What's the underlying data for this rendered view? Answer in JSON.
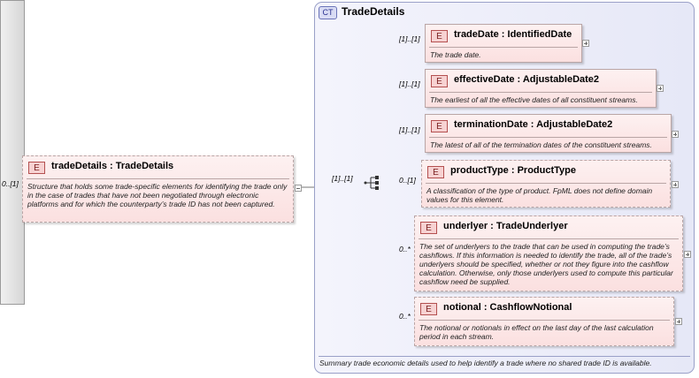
{
  "root": {
    "cardinality": "0..[1]",
    "name": "tradeDetails  : TradeDetails",
    "description": "Structure that holds some trade-specific elements for identifying the trade only in the case of trades that have not been negotiated through electronic platforms and for which the counterparty’s trade ID has not been captured."
  },
  "complex_type": {
    "badge": "CT",
    "title": "TradeDetails",
    "footer": "Summary trade economic details used to help identify a trade where no shared trade ID is available.",
    "sequence_cardinality": "[1]..[1]"
  },
  "children": [
    {
      "cardinality": "[1]..[1]",
      "badge": "E",
      "name": "tradeDate  : IdentifiedDate",
      "description": "The trade date."
    },
    {
      "cardinality": "[1]..[1]",
      "badge": "E",
      "name": "effectiveDate  : AdjustableDate2",
      "description": "The earliest of all the effective dates of all constituent streams."
    },
    {
      "cardinality": "[1]..[1]",
      "badge": "E",
      "name": "terminationDate  : AdjustableDate2",
      "description": "The latest of all of the termination dates of the constituent streams."
    },
    {
      "cardinality": "0..[1]",
      "badge": "E",
      "name": "productType  : ProductType",
      "description": "A classification of the type of product. FpML does not define domain values for this element."
    },
    {
      "cardinality": "0..*",
      "badge": "E",
      "name": "underlyer  : TradeUnderlyer",
      "description": "The set of underlyers to the trade that can be used in computing the trade’s cashflows. If this information is needed to identify the trade, all of the trade’s underlyers should be specified, whether or not they figure into the cashflow calculation. Otherwise, only those underlyers used to compute this particular cashflow need be supplied."
    },
    {
      "cardinality": "0..*",
      "badge": "E",
      "name": "notional  : CashflowNotional",
      "description": "The notional or notionals in effect on the last day of the last calculation period in each stream."
    }
  ],
  "root_badge": "E"
}
